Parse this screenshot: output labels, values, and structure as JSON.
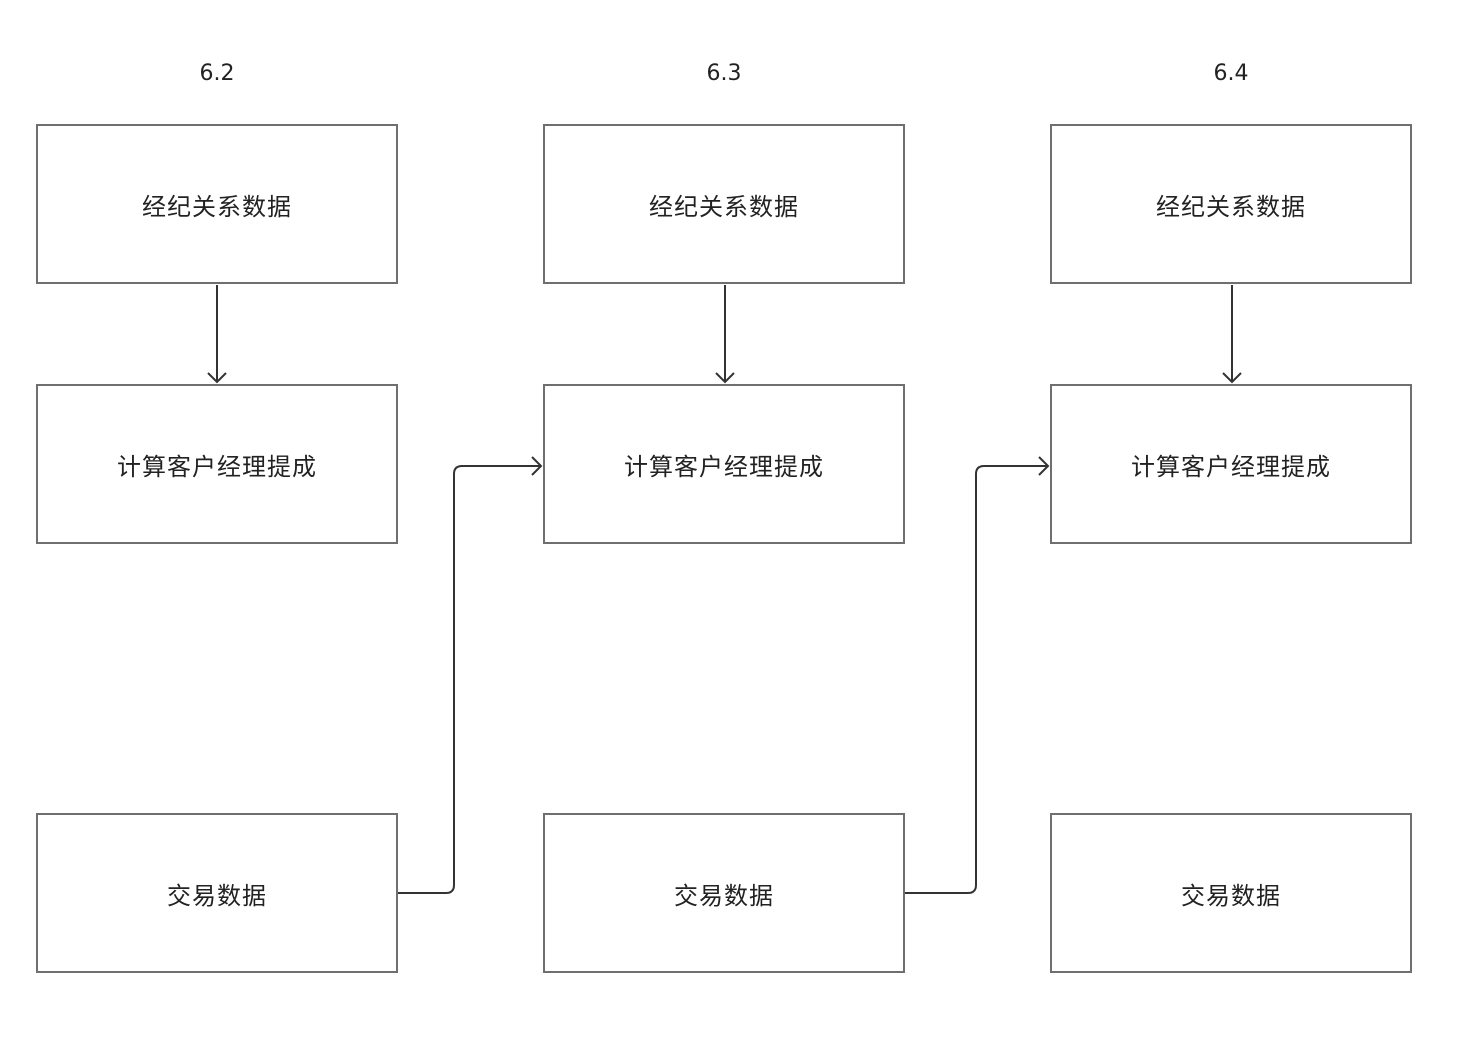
{
  "columns": [
    {
      "label": "6.2",
      "top_box": "经纪关系数据",
      "middle_box": "计算客户经理提成",
      "bottom_box": "交易数据"
    },
    {
      "label": "6.3",
      "top_box": "经纪关系数据",
      "middle_box": "计算客户经理提成",
      "bottom_box": "交易数据"
    },
    {
      "label": "6.4",
      "top_box": "经纪关系数据",
      "middle_box": "计算客户经理提成",
      "bottom_box": "交易数据"
    }
  ],
  "edges": [
    {
      "from": "col1-top",
      "to": "col1-middle"
    },
    {
      "from": "col2-top",
      "to": "col2-middle"
    },
    {
      "from": "col3-top",
      "to": "col3-middle"
    },
    {
      "from": "col1-bottom",
      "to": "col2-middle"
    },
    {
      "from": "col2-bottom",
      "to": "col3-middle"
    }
  ],
  "colors": {
    "border": "#6f6f6f",
    "edge": "#333333",
    "text": "#222222",
    "background": "#ffffff"
  }
}
